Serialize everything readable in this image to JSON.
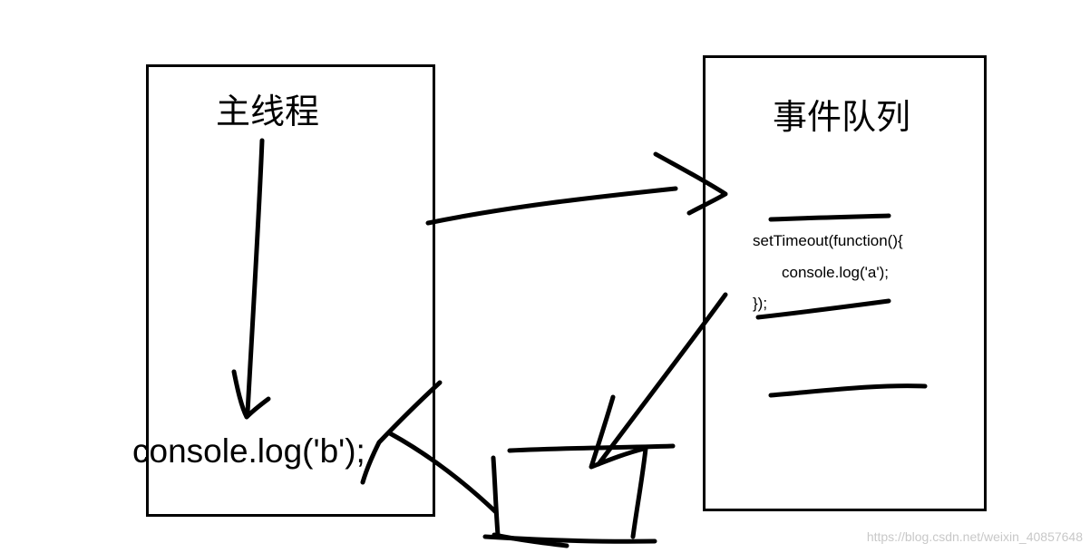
{
  "main_thread": {
    "title": "主线程",
    "code": "console.log('b');"
  },
  "event_queue": {
    "title": "事件队列",
    "code_lines": [
      "setTimeout(function(){",
      "console.log('a');",
      "});"
    ]
  },
  "watermark": "https://blog.csdn.net/weixin_40857648"
}
